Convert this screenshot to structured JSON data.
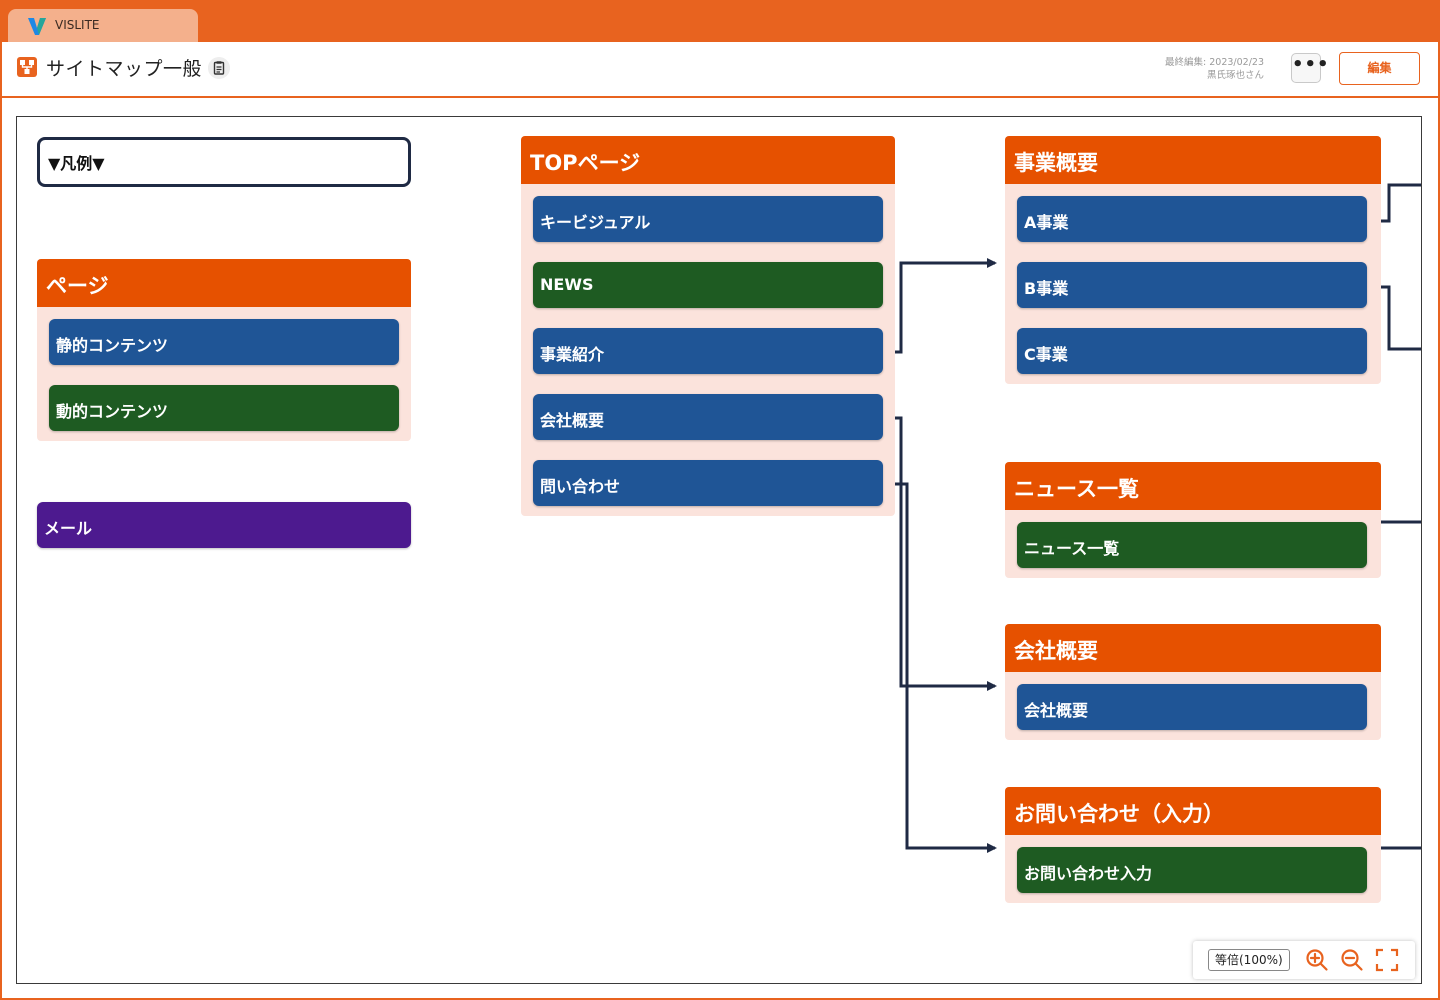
{
  "app": {
    "tab_label": "VISLITE",
    "accent_color": "#e8631f"
  },
  "header": {
    "title": "サイトマップ一般",
    "last_edit_line1": "最終編集: 2023/02/23",
    "last_edit_line2": "黒氏琢也さん",
    "more_label": "•••",
    "edit_label": "編集"
  },
  "legend": {
    "title": "▼凡例▼",
    "page_group_title": "ページ",
    "static_label": "静的コンテンツ",
    "dynamic_label": "動的コンテンツ",
    "mail_label": "メール",
    "colors": {
      "static": "#1f5596",
      "dynamic": "#1e5b22",
      "mail": "#4d1a8f",
      "group_header": "#e65100",
      "group_bg": "#fbe3dc"
    }
  },
  "sitemap": {
    "top": {
      "title": "TOPページ",
      "items": [
        "キービジュアル",
        "NEWS",
        "事業紹介",
        "会社概要",
        "問い合わせ"
      ]
    },
    "business": {
      "title": "事業概要",
      "items": [
        "A事業",
        "B事業",
        "C事業"
      ]
    },
    "news": {
      "title": "ニュース一覧",
      "items": [
        "ニュース一覧"
      ]
    },
    "company": {
      "title": "会社概要",
      "items": [
        "会社概要"
      ]
    },
    "contact": {
      "title": "お問い合わせ（入力）",
      "items": [
        "お問い合わせ入力"
      ]
    }
  },
  "zoom": {
    "level_label": "等倍(100%)"
  }
}
